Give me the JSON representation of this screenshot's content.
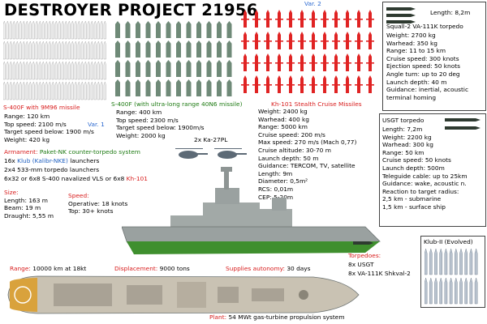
{
  "title": "DESTROYER PROJECT 21956",
  "var1": "Var. 1",
  "var2": "Var. 2",
  "colors": {
    "green": "#1d7a12",
    "red": "#d81c1c",
    "blue": "#1e5fc0",
    "hull": "#9aa1a0",
    "deck": "#c9c2b3"
  },
  "s400f": {
    "name": "S-400F with 9M96 missile",
    "lines": [
      "Range: 120 km",
      "Top speed: 2100 m/s",
      "Target speed below: 1900 m/s",
      "Weight: 420 kg"
    ]
  },
  "s400f_long": {
    "name": "S-400F (with ultra-long range 40N6 missile)",
    "lines": [
      "Range: 400 km",
      "Top speed: 2300 m/s",
      "Target speed below: 1900m/s",
      "Weight: 2000 kg"
    ]
  },
  "kh101": {
    "name": "Kh-101 Stealth Cruise Missiles",
    "lines": [
      "Weight: 2400 kg",
      "Warhead: 400 kg",
      "Range: 5000 km",
      "Cruise  speed: 200 m/s",
      "Max speed: 270 m/s (Mach 0,77)",
      "Cruise altitude: 30-70 m",
      "Launch depth: 50 m",
      "Guidance: TERCOM, TV, satellite",
      "Length: 9m",
      "Diameter: 0,5m²",
      "RCS: 0,01m",
      "CEP: 5-20m"
    ]
  },
  "squall": {
    "length": "Length: 8,2m",
    "name": "Squall-2 VA-111K torpedo",
    "lines": [
      "Weight: 2700 kg",
      "Warhead: 350 kg",
      "Range: 11 to 15 km",
      "Cruise speed: 300 knots",
      "Ejection speed: 50 knots",
      "Angle turn: up to 20 deg",
      "Launch depth: 40 m",
      "Guidance: inertial, acoustic",
      "terminal homing"
    ]
  },
  "usgt": {
    "name": "USGT torpedo",
    "lines": [
      "Length: 7,2m",
      "Weight: 2200 kg",
      "Warhead: 300 kg",
      "Range: 50 km",
      "Cruise speed: 50 knots",
      "Launch depth: 500m",
      "Teleguide cable: up to 25km",
      "Guidance: wake, acoustic n.",
      "Reaction to target radius:",
      "2,5 km - submarine",
      "1,5 km - surface ship"
    ]
  },
  "armament": {
    "label": "Armament:",
    "ptk": "Paket-NK counter-torpedo system",
    "l1a": "16x ",
    "l1b": "Klub (Kalibr-NKE)",
    "l1c": " launchers",
    "l2": "2x4 533-mm torpedo launchers",
    "l3a": "6x32 or 6x8 S-400 navalized VLS or 6x8 ",
    "l3b": "Kh-101"
  },
  "helo": "2x Ka-27PL",
  "size": {
    "label": "Size:",
    "lines": [
      "Length: 163 m",
      "Beam: 19 m",
      "Draught: 5,55 m"
    ]
  },
  "speed": {
    "label": "Speed:",
    "lines": [
      "Operative: 18 knots",
      "Top: 30+ knots"
    ]
  },
  "bottom": {
    "range_label": "Range:",
    "range": " 10000 km at 18kt",
    "disp_label": "Displacement:",
    "disp": " 9000 tons",
    "supplies_label": "Supplies autonomy:",
    "supplies": " 30 days",
    "plant_label": "Plant:",
    "plant": " 54 MWt gas-turbine propulsion system"
  },
  "torpedoes": {
    "label": "Torpedoes:",
    "l1": "8x USGT",
    "l2": "8x VA-111K Shkval-2"
  },
  "klub": "Klub-II (Evolved)"
}
